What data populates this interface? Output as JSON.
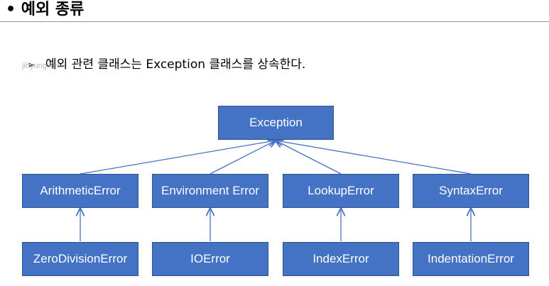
{
  "header": {
    "title": "• 예외 종류"
  },
  "body": {
    "bullet_marker": "➢",
    "bullet_text": "예외 관련 클래스는 Exception 클래스를 상속한다.",
    "watermark": "jihyung.kim"
  },
  "diagram": {
    "root": "Exception",
    "level1": [
      "ArithmeticError",
      "Environment Error",
      "LookupError",
      "SyntaxError"
    ],
    "level2": [
      "ZeroDivisionError",
      "IOError",
      "IndexError",
      "IndentationError"
    ]
  },
  "colors": {
    "box_fill": "#4472c4",
    "box_border": "#2f528f",
    "connector": "#4472c4",
    "box_text": "#ffffff"
  }
}
